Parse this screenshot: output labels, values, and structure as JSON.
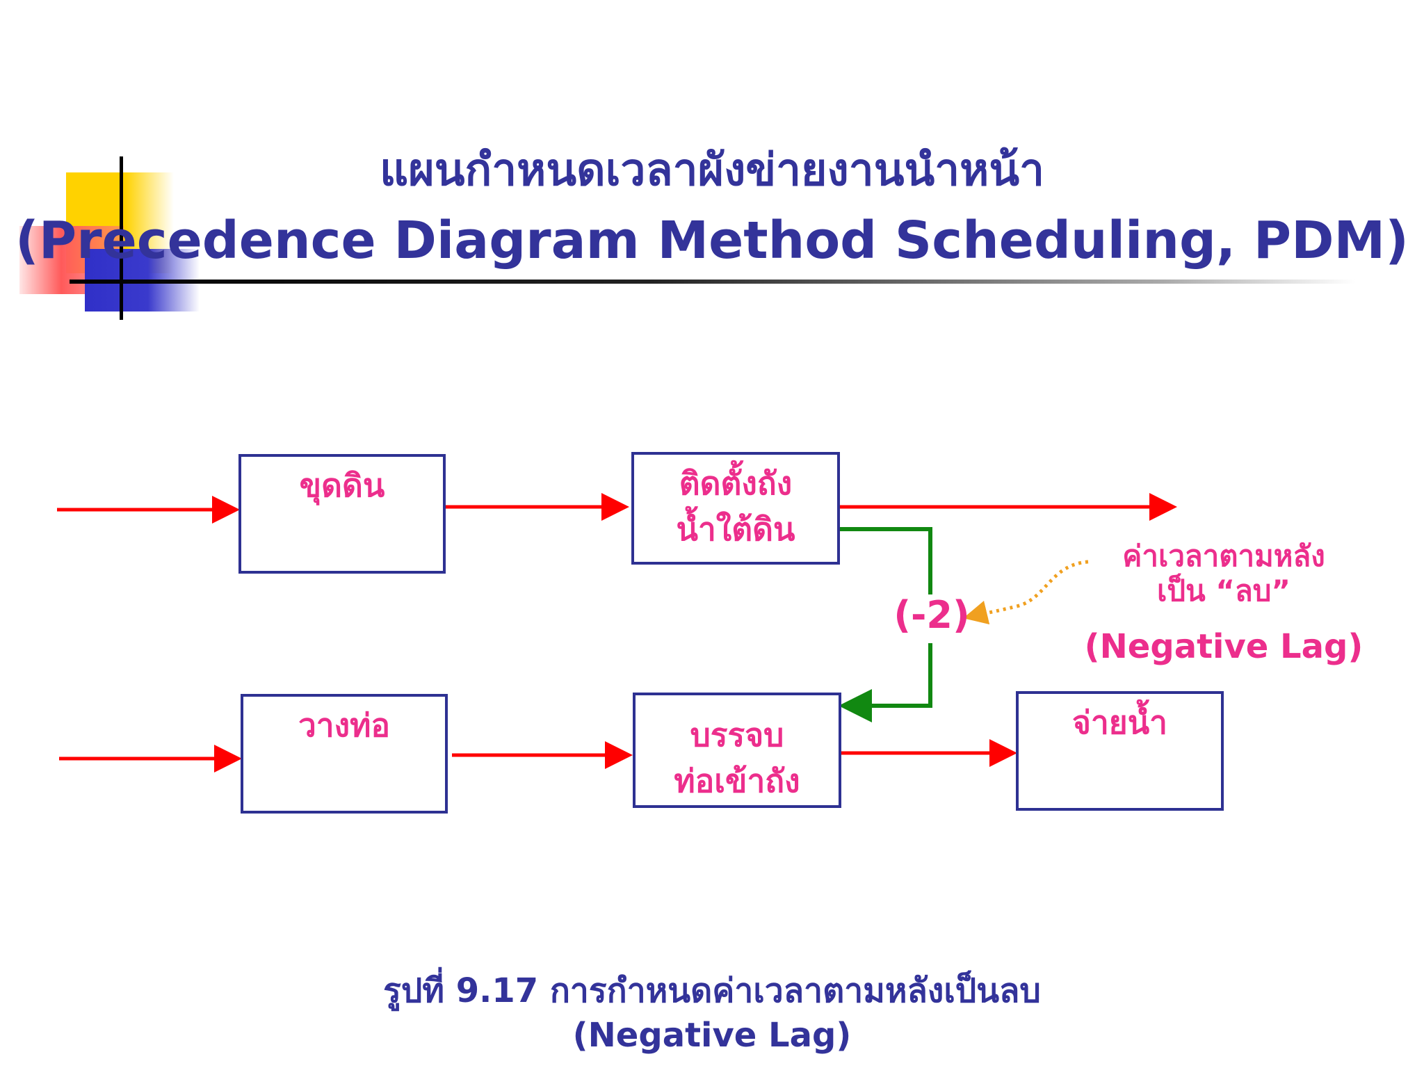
{
  "title": {
    "thai": "แผนกำหนดเวลาผังข่ายงานนำหน้า",
    "english": "(Precedence Diagram Method Scheduling, PDM)"
  },
  "activities": {
    "excavate": "ขุดดิน",
    "install_tank_line1": "ติดตั้งถัง",
    "install_tank_line2": "น้ำใต้ดิน",
    "lay_pipe": "วางท่อ",
    "connect_line1": "บรรจบ",
    "connect_line2": "ท่อเข้าถัง",
    "supply_water": "จ่ายน้ำ"
  },
  "lag": {
    "value": "(-2)",
    "note_line1": "ค่าเวลาตามหลัง",
    "note_line2": "เป็น “ลบ”",
    "note_en": "(Negative Lag)"
  },
  "caption": {
    "line1": "รูปที่ 9.17 การกำหนดค่าเวลาตามหลังเป็นลบ",
    "line2": "(Negative Lag)"
  },
  "colors": {
    "title": "#33339a",
    "box_border": "#2e3192",
    "activity_text": "#ec2e8c",
    "arrow_red": "#ff0000",
    "lag_link_green": "#118811",
    "annotation_orange": "#f0a020"
  }
}
